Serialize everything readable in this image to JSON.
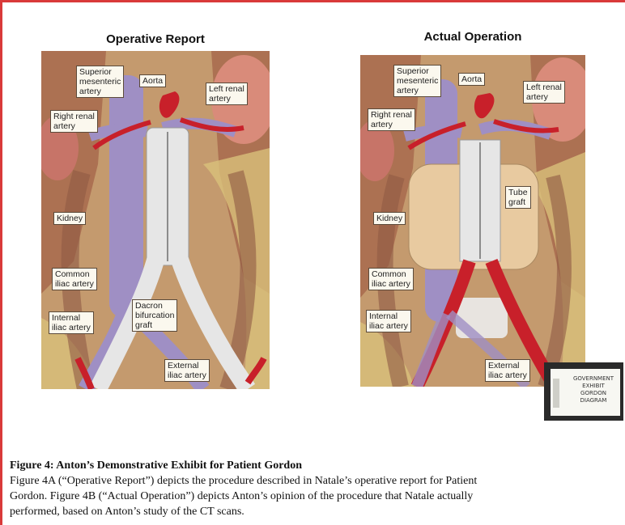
{
  "panels": [
    {
      "title": "Operative Report",
      "labels": {
        "superior_mesenteric": "Superior\nmesenteric\nartery",
        "aorta": "Aorta",
        "left_renal": "Left renal\nartery",
        "right_renal": "Right renal\nartery",
        "kidney": "Kidney",
        "common_iliac": "Common\niliac artery",
        "internal_iliac": "Internal\niliac artery",
        "dacron": "Dacron\nbifurcation\ngraft",
        "external_iliac": "External\niliac artery"
      }
    },
    {
      "title": "Actual Operation",
      "labels": {
        "superior_mesenteric": "Superior\nmesenteric\nartery",
        "aorta": "Aorta",
        "left_renal": "Left renal\nartery",
        "right_renal": "Right renal\nartery",
        "kidney": "Kidney",
        "tube_graft": "Tube\ngraft",
        "common_iliac": "Common\niliac artery",
        "internal_iliac": "Internal\niliac artery",
        "external_iliac": "External\niliac artery"
      }
    }
  ],
  "stamp": {
    "text": "GOVERNMENT\nEXHIBIT\nGORDON\nDIAGRAM"
  },
  "caption": {
    "title": "Figure 4: Anton’s Demonstrative Exhibit for Patient Gordon",
    "lines": [
      "Figure 4A (“Operative Report”) depicts the procedure described in Natale’s operative report for Patient",
      "Gordon.  Figure 4B (“Actual Operation”) depicts Anton’s opinion of the procedure that Natale actually",
      "performed, based on Anton’s study of the CT scans."
    ]
  }
}
